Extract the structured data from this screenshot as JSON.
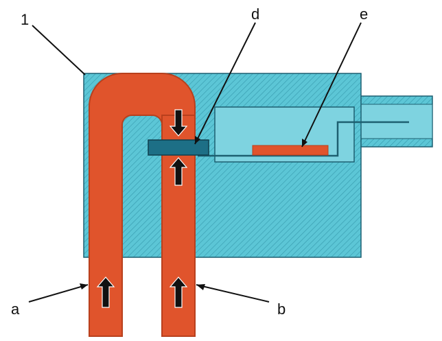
{
  "labels": {
    "housing": "1",
    "inlet_a": "a",
    "inlet_b": "b",
    "part_d": "d",
    "part_e": "e"
  },
  "colors": {
    "housing_fill": "#5cc6d6",
    "housing_hatch": "#3a9fb2",
    "chamber_fill": "#7ed3e0",
    "outline": "#1d5f70",
    "pipe_fill": "#e0542c",
    "pipe_edge": "#b8401d",
    "plate_fill": "#1d6f86",
    "arrow_fill": "#111111",
    "text": "#111111"
  },
  "icons": [
    "up-arrow-icon",
    "down-arrow-icon"
  ]
}
